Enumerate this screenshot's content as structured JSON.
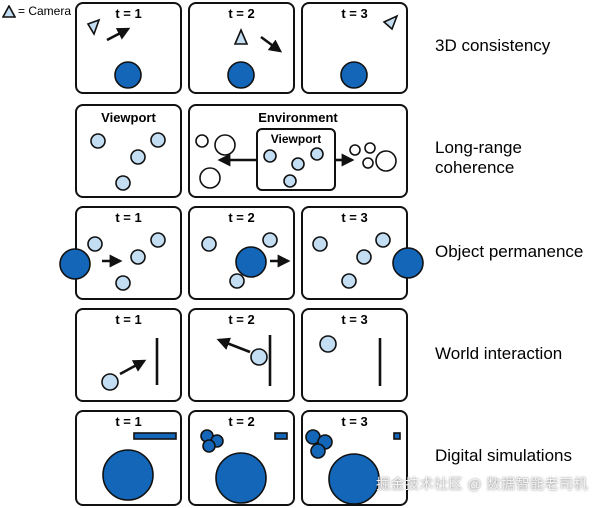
{
  "legend": {
    "label": "= Camera"
  },
  "time_labels": [
    "t = 1",
    "t = 2",
    "t = 3"
  ],
  "rows": [
    {
      "label": "3D consistency"
    },
    {
      "label": "Long-range coherence",
      "viewport_title": "Viewport",
      "environment_title": "Environment",
      "inner_viewport_title": "Viewport"
    },
    {
      "label": "Object permanence"
    },
    {
      "label": "World interaction"
    },
    {
      "label": "Digital simulations"
    }
  ],
  "watermark": "掘金技术社区 @ 数据智能老司机",
  "colors": {
    "dark_blue": "#1466b8",
    "light_blue": "#c3ddf2",
    "outline": "#111111",
    "camera_fill": "#c3ddf2"
  }
}
